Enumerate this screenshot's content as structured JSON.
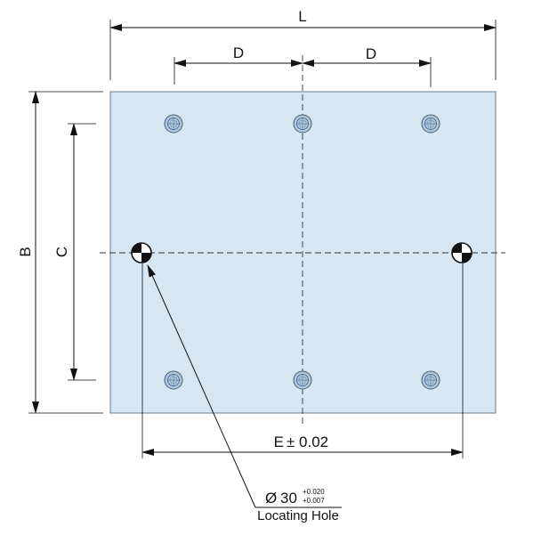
{
  "labels": {
    "L": "L",
    "D_left": "D",
    "D_right": "D",
    "B": "B",
    "C": "C",
    "E": "E",
    "E_tol": "± 0.02"
  },
  "callout": {
    "diameter_symbol": "Ø",
    "diameter_value": "30",
    "tol_upper": "+0.020",
    "tol_lower": "+0.007",
    "caption": "Locating Hole"
  },
  "colors": {
    "plate_fill": "#d6e6f2",
    "plate_stroke": "#6a7d8c",
    "bolt_fill": "#aac8e4",
    "line": "#111111",
    "centerline": "#333333"
  },
  "icons": {
    "bolt": "bolt-hole-icon",
    "locating": "locating-hole-icon"
  }
}
